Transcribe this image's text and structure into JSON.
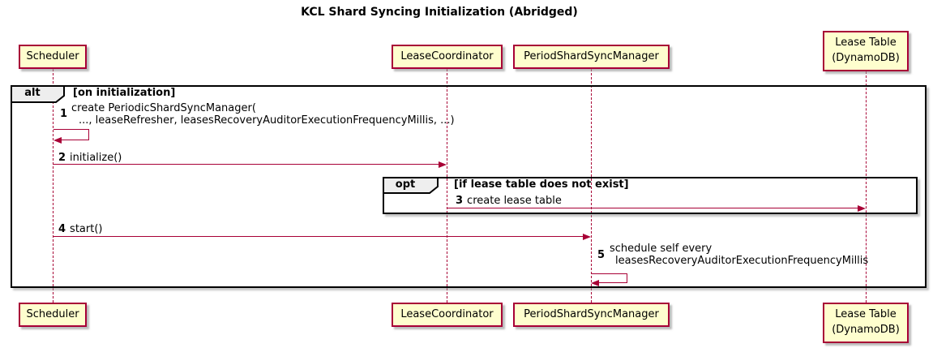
{
  "title": "KCL Shard Syncing Initialization (Abridged)",
  "participants": {
    "scheduler": {
      "label": "Scheduler"
    },
    "lease_coordinator": {
      "label": "LeaseCoordinator"
    },
    "period_shard_sync_manager": {
      "label": "PeriodShardSyncManager"
    },
    "lease_table": {
      "label_line1": "Lease Table",
      "label_line2": "(DynamoDB)"
    }
  },
  "frames": {
    "alt": {
      "operator": "alt",
      "condition": "[on initialization]"
    },
    "opt": {
      "operator": "opt",
      "condition": "[if lease table does not exist]"
    }
  },
  "messages": {
    "m1": {
      "num": "1",
      "line1": "create PeriodicShardSyncManager(",
      "line2": "..., leaseRefresher, leasesRecoveryAuditorExecutionFrequencyMillis, ...)"
    },
    "m2": {
      "num": "2",
      "text": "initialize()"
    },
    "m3": {
      "num": "3",
      "text": "create lease table"
    },
    "m4": {
      "num": "4",
      "text": "start()"
    },
    "m5": {
      "num": "5",
      "line1": "schedule self every",
      "line2": "leasesRecoveryAuditorExecutionFrequencyMillis"
    }
  },
  "colors": {
    "participant_fill": "#FEFECE",
    "participant_border": "#A80036",
    "arrow": "#A80036",
    "lifeline": "#A80036",
    "frame_border": "#000000",
    "pentagon_fill": "#EEEEEE"
  }
}
